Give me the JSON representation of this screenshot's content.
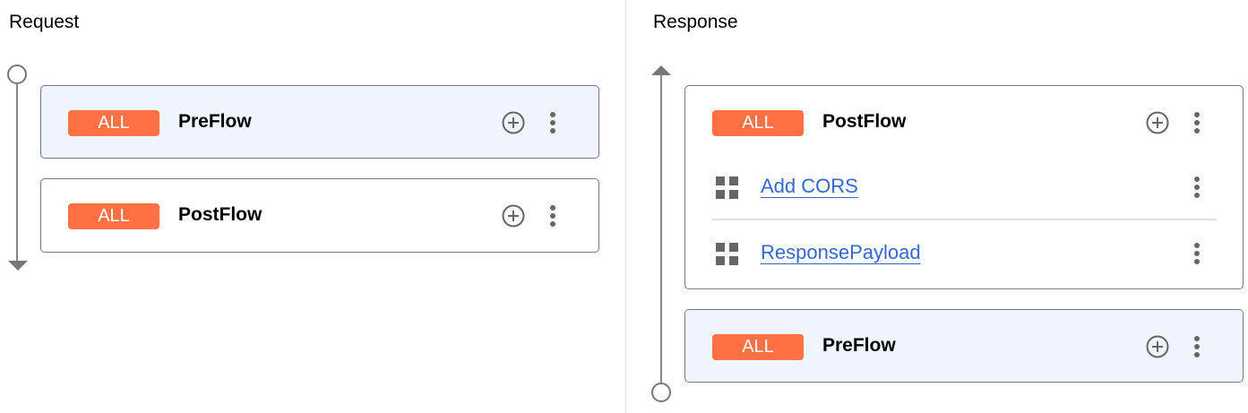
{
  "request": {
    "title": "Request",
    "flows": [
      {
        "badge": "ALL",
        "name": "PreFlow"
      },
      {
        "badge": "ALL",
        "name": "PostFlow"
      }
    ]
  },
  "response": {
    "title": "Response",
    "postflow": {
      "badge": "ALL",
      "name": "PostFlow",
      "policies": [
        {
          "name": "Add CORS"
        },
        {
          "name": "ResponsePayload"
        }
      ]
    },
    "preflow": {
      "badge": "ALL",
      "name": "PreFlow"
    }
  },
  "colors": {
    "badge": "#ff7043",
    "link": "#3367d6",
    "selected_card": "#f0f5fd"
  }
}
